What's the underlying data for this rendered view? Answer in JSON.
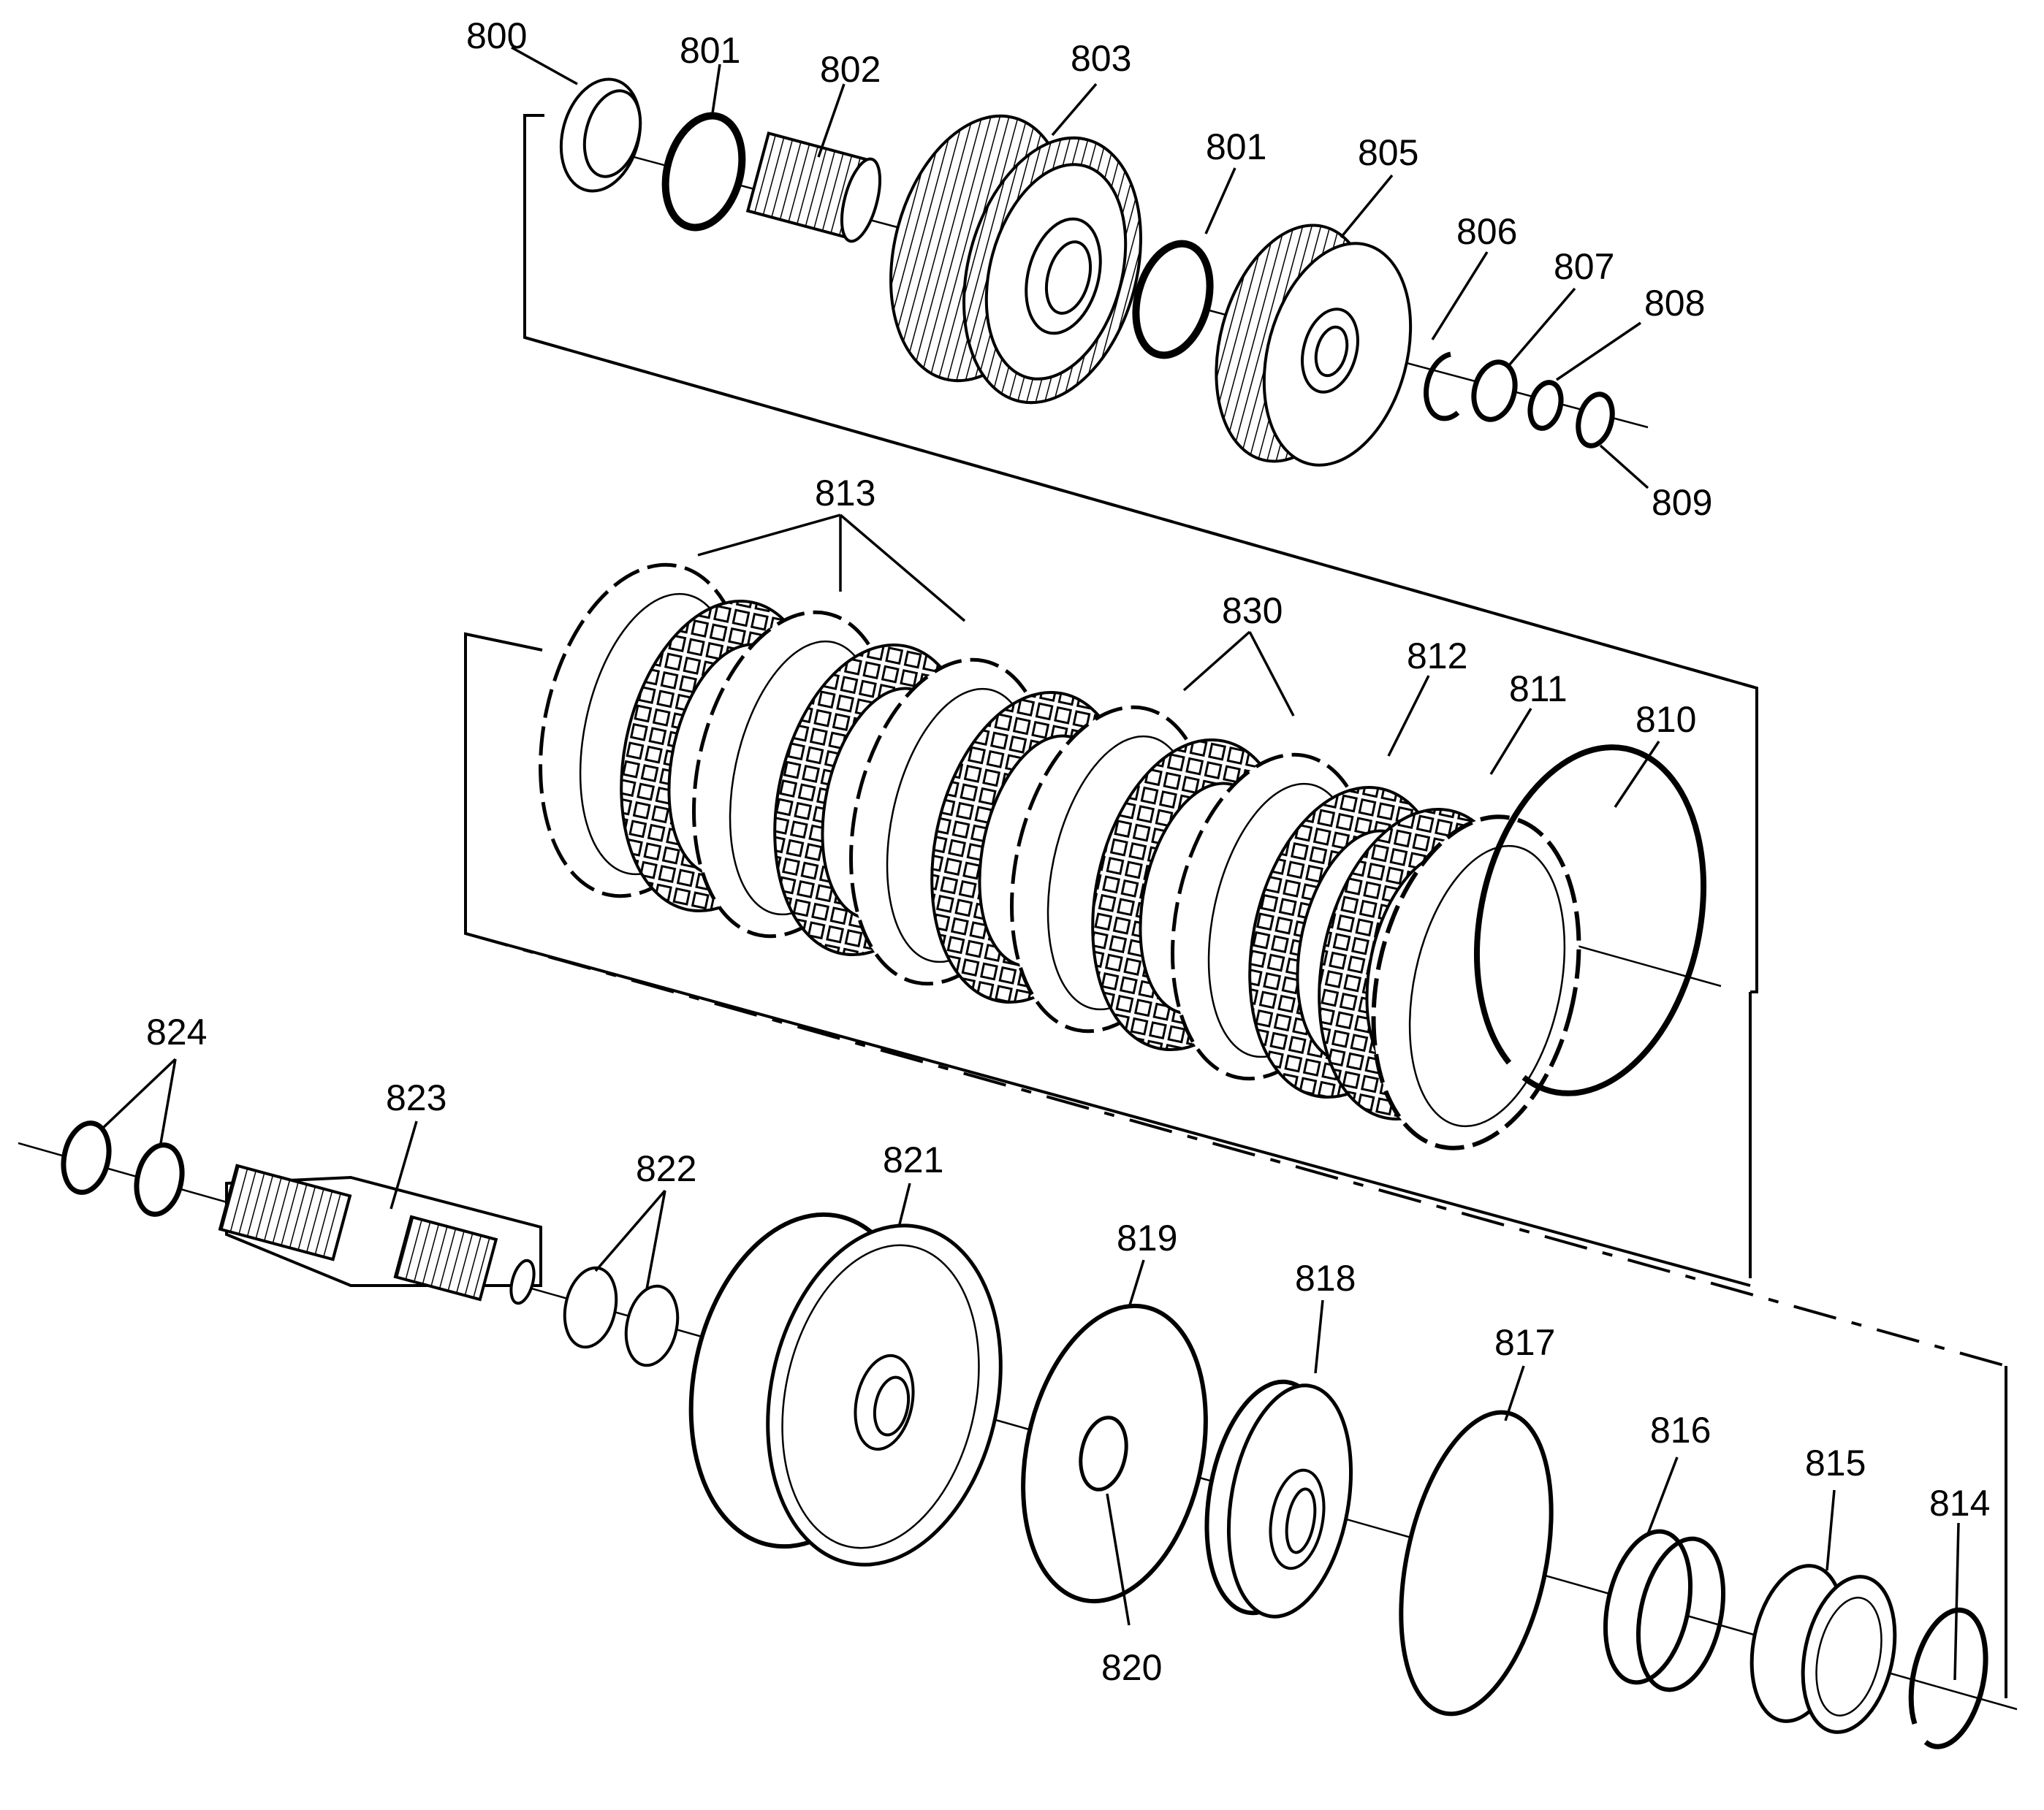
{
  "labels": {
    "l800": "800",
    "l801a": "801",
    "l802": "802",
    "l803": "803",
    "l801b": "801",
    "l805": "805",
    "l806": "806",
    "l807": "807",
    "l808": "808",
    "l809": "809",
    "l813": "813",
    "l830": "830",
    "l812": "812",
    "l811": "811",
    "l810": "810",
    "l824": "824",
    "l823": "823",
    "l822": "822",
    "l821": "821",
    "l819": "819",
    "l818": "818",
    "l817": "817",
    "l816": "816",
    "l815": "815",
    "l814": "814",
    "l820": "820"
  }
}
